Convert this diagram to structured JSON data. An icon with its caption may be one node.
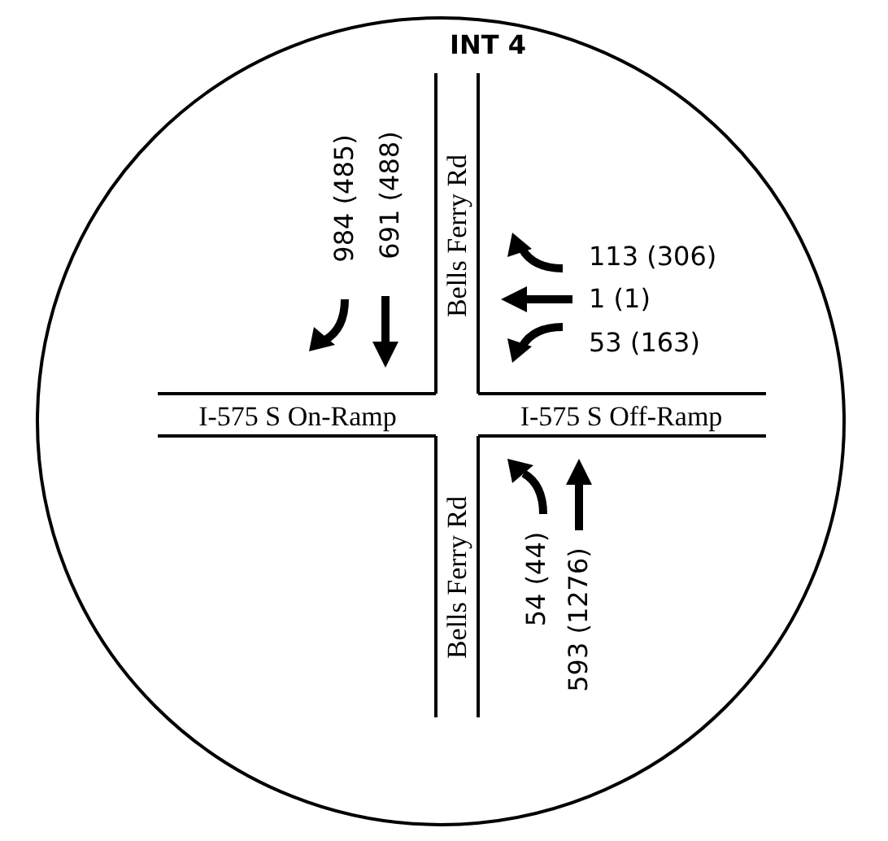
{
  "diagram": {
    "title": "INT 4",
    "labels": [
      "984 (485)",
      "691 (488)",
      "Bells Ferry Rd",
      "113 (306)",
      "1 (1)",
      "53 (163)",
      "I-575 S On-Ramp",
      "I-575 S Off-Ramp",
      "Bells Ferry Rd",
      "54 (44)",
      "593 (1276)"
    ]
  }
}
